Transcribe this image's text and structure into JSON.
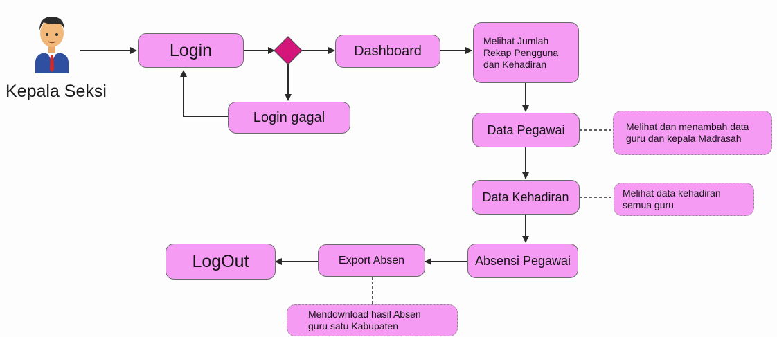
{
  "actor": {
    "label": "Kepala Seksi",
    "icon": "businessman-icon"
  },
  "nodes": {
    "login": "Login",
    "login_gagal": "Login gagal",
    "dashboard": "Dashboard",
    "melihat_rekap": [
      "Melihat Jumlah",
      "Rekap Pengguna",
      "dan Kehadiran"
    ],
    "data_pegawai": "Data Pegawai",
    "data_kehadiran": "Data Kehadiran",
    "absensi_pegawai": "Absensi Pegawai",
    "export_absen": "Export Absen",
    "logout": "LogOut"
  },
  "notes": {
    "data_pegawai": [
      "Melihat dan menambah data",
      "guru dan kepala Madrasah"
    ],
    "data_kehadiran": [
      "Melihat data kehadiran",
      "semua guru"
    ],
    "export_absen": [
      "Mendownload hasil Absen",
      "guru satu Kabupaten"
    ]
  },
  "colors": {
    "node_fill": "#f59bf4",
    "decision_fill": "#d4157a",
    "line": "#2a2a2a"
  }
}
